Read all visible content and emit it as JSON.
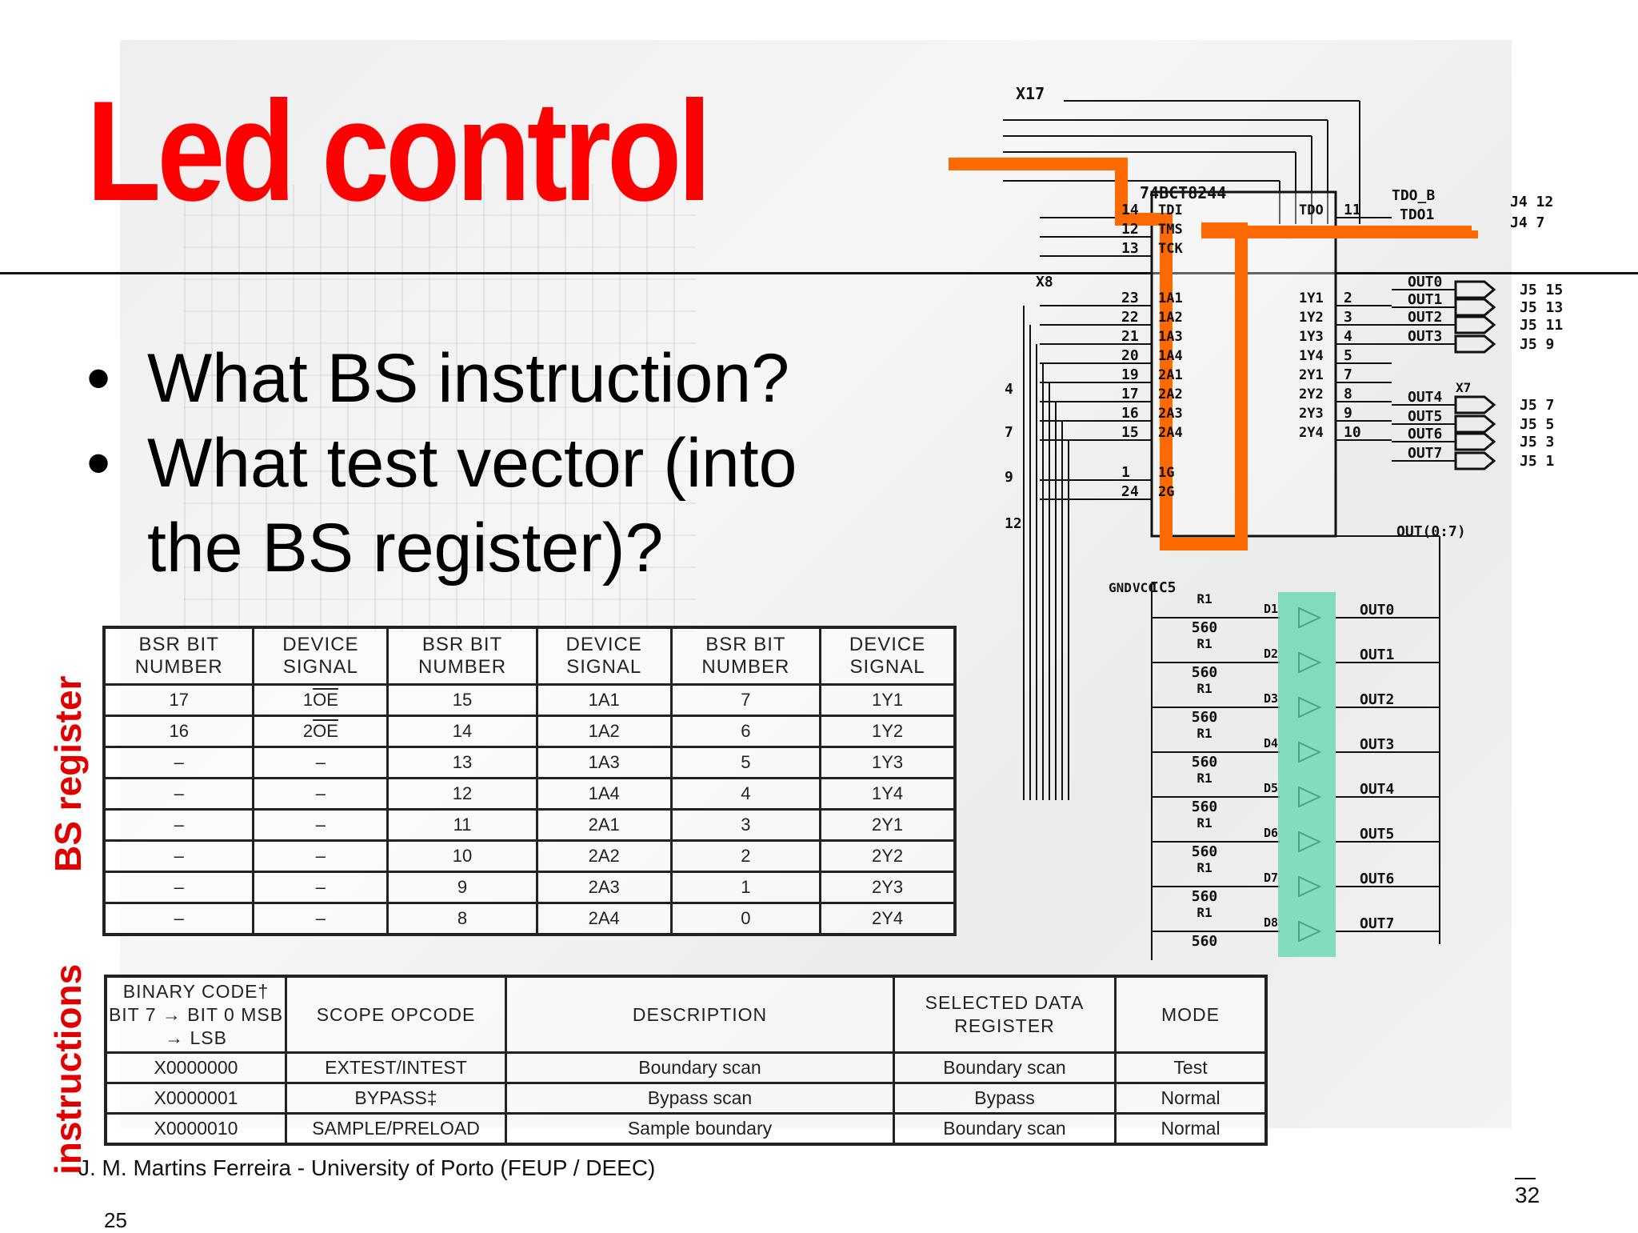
{
  "slide": {
    "title": "Led control",
    "bullets": [
      {
        "marker": "•",
        "text": "What BS instruction?"
      },
      {
        "marker": "•",
        "text": "What test vector (into the BS register)?"
      }
    ],
    "side_labels": {
      "bs_register": "BS register",
      "instructions": "instructions"
    },
    "footer": "J. M. Martins Ferreira - University of Porto (FEUP / DEEC)",
    "slide_number_left": "25",
    "page_number": "32",
    "colors": {
      "title": "#ff0000",
      "highlight_path": "#ff6a00",
      "led_highlight": "#5fd6b0"
    }
  },
  "bsr_table": {
    "headers": [
      "BSR BIT NUMBER",
      "DEVICE SIGNAL",
      "BSR BIT NUMBER",
      "DEVICE SIGNAL",
      "BSR BIT NUMBER",
      "DEVICE SIGNAL"
    ],
    "rows": [
      [
        "17",
        "1OE",
        "15",
        "1A1",
        "7",
        "1Y1"
      ],
      [
        "16",
        "2OE",
        "14",
        "1A2",
        "6",
        "1Y2"
      ],
      [
        "–",
        "–",
        "13",
        "1A3",
        "5",
        "1Y3"
      ],
      [
        "–",
        "–",
        "12",
        "1A4",
        "4",
        "1Y4"
      ],
      [
        "–",
        "–",
        "11",
        "2A1",
        "3",
        "2Y1"
      ],
      [
        "–",
        "–",
        "10",
        "2A2",
        "2",
        "2Y2"
      ],
      [
        "–",
        "–",
        "9",
        "2A3",
        "1",
        "2Y3"
      ],
      [
        "–",
        "–",
        "8",
        "2A4",
        "0",
        "2Y4"
      ]
    ]
  },
  "instr_table": {
    "headers": [
      "BINARY CODE† BIT 7 → BIT 0 MSB → LSB",
      "SCOPE OPCODE",
      "DESCRIPTION",
      "SELECTED DATA REGISTER",
      "MODE"
    ],
    "rows": [
      [
        "X0000000",
        "EXTEST/INTEST",
        "Boundary scan",
        "Boundary scan",
        "Test"
      ],
      [
        "X0000001",
        "BYPASS‡",
        "Bypass scan",
        "Bypass",
        "Normal"
      ],
      [
        "X0000010",
        "SAMPLE/PRELOAD",
        "Sample boundary",
        "Boundary scan",
        "Normal"
      ]
    ]
  },
  "schematic": {
    "chip": "74BCT8244",
    "ic_label": "IC5",
    "jumpers": [
      "X17",
      "X8",
      "X7"
    ],
    "tdo_labels": [
      "TDO_B",
      "TDO1"
    ],
    "connector_j4": [
      "J4 12",
      "J4 7"
    ],
    "connector_j5": [
      "J5 15",
      "J5 13",
      "J5 11",
      "J5 9",
      "J5 7",
      "J5 5",
      "J5 3",
      "J5 1"
    ],
    "outputs": [
      "OUT0",
      "OUT1",
      "OUT2",
      "OUT3",
      "OUT4",
      "OUT5",
      "OUT6",
      "OUT7"
    ],
    "bus_label": "OUT(0:7)",
    "left_pins": [
      "14",
      "12",
      "13",
      "23",
      "22",
      "21",
      "20",
      "19",
      "17",
      "16",
      "15",
      "1",
      "24"
    ],
    "left_signals": [
      "TDI",
      "TMS",
      "TCK",
      "1A1",
      "1A2",
      "1A3",
      "1A4",
      "2A1",
      "2A2",
      "2A3",
      "2A4",
      "1G",
      "2G"
    ],
    "right_pins": [
      "11",
      "2",
      "3",
      "4",
      "5",
      "7",
      "8",
      "9",
      "10"
    ],
    "right_signals": [
      "TDO",
      "1Y1",
      "1Y2",
      "1Y3",
      "1Y4",
      "2Y1",
      "2Y2",
      "2Y3",
      "2Y4"
    ],
    "resistor": "R1",
    "resistor_value": "560",
    "diodes": [
      "D1",
      "D2",
      "D3",
      "D4",
      "D5",
      "D6",
      "D7",
      "D8"
    ],
    "edge_numbers": [
      "4",
      "7",
      "9",
      "12"
    ],
    "power": [
      "VCC",
      "GND"
    ]
  }
}
